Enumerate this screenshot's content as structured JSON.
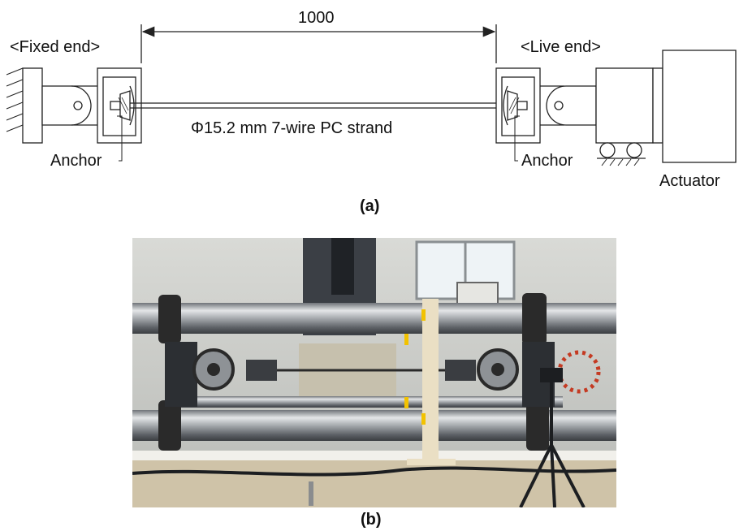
{
  "schematic": {
    "span_dimension": "1000",
    "fixed_end_label": "<Fixed end>",
    "live_end_label": "<Live end>",
    "strand_label": "Φ15.2 mm 7-wire PC strand",
    "anchor_left_label": "Anchor",
    "anchor_right_label": "Anchor",
    "actuator_label": "Actuator",
    "caption": "(a)"
  },
  "photo": {
    "caption": "(b)"
  },
  "colors": {
    "line": "#222222",
    "steel": "#b9bcc0",
    "collar": "#2a2a2a",
    "wall": "#e8e7e1",
    "yellow_tag": "#f2c200",
    "floor": "#cfc3a8"
  }
}
